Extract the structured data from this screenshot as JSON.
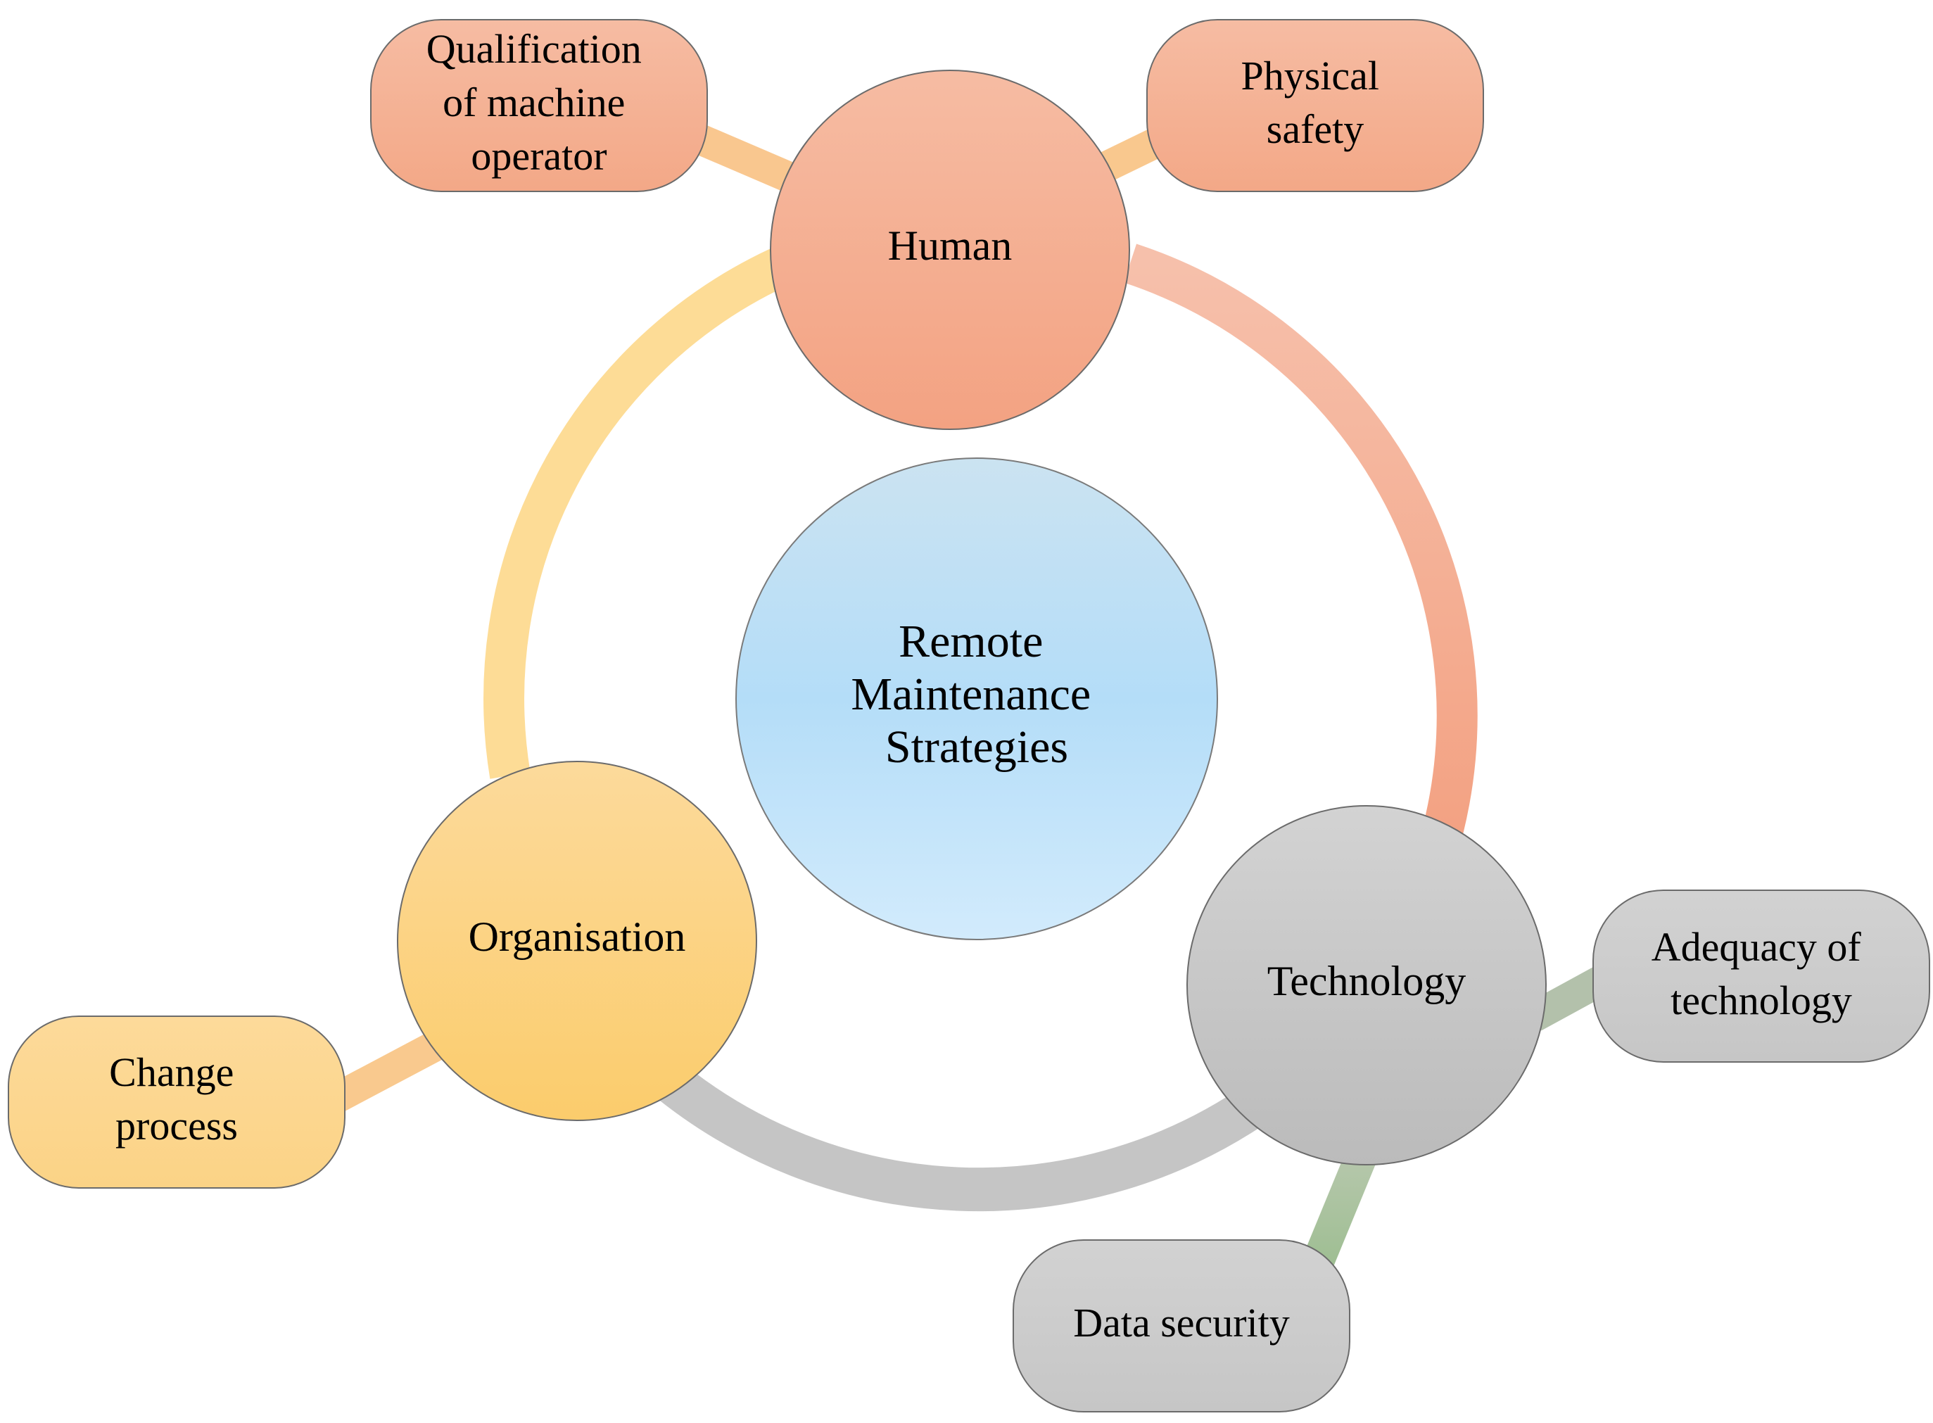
{
  "center": {
    "lines": [
      "Remote",
      "Maintenance",
      "Strategies"
    ]
  },
  "categories": [
    {
      "id": "human",
      "label": "Human",
      "color_top": "#F6BCA3",
      "color_bottom": "#F3A282",
      "details": [
        {
          "id": "qualification",
          "lines": [
            "Qualification",
            "of machine",
            "operator"
          ]
        },
        {
          "id": "physical-safety",
          "lines": [
            "Physical",
            "safety"
          ]
        }
      ]
    },
    {
      "id": "technology",
      "label": "Technology",
      "color_top": "#D2D2D2",
      "color_bottom": "#BDBDBD",
      "details": [
        {
          "id": "adequacy",
          "lines": [
            "Adequacy of",
            "technology"
          ]
        },
        {
          "id": "data-security",
          "lines": [
            "Data security"
          ]
        }
      ]
    },
    {
      "id": "organisation",
      "label": "Organisation",
      "color_top": "#FCD896",
      "color_bottom": "#FBCD70",
      "details": [
        {
          "id": "change-process",
          "lines": [
            "Change",
            "process"
          ]
        }
      ]
    }
  ],
  "colors": {
    "center_top": "#C9E3F2",
    "center_mid": "#B5DDF8",
    "center_bottom": "#CDE9FB",
    "ring_human_start": "#F6BEA8",
    "ring_human_end": "#F3A385",
    "ring_org": "#FDDB94",
    "ring_tech": "#C4C4C4",
    "connector_orange": "#F9C98E",
    "connector_green": "#A9C19B",
    "outline": "#6B6B6B"
  }
}
